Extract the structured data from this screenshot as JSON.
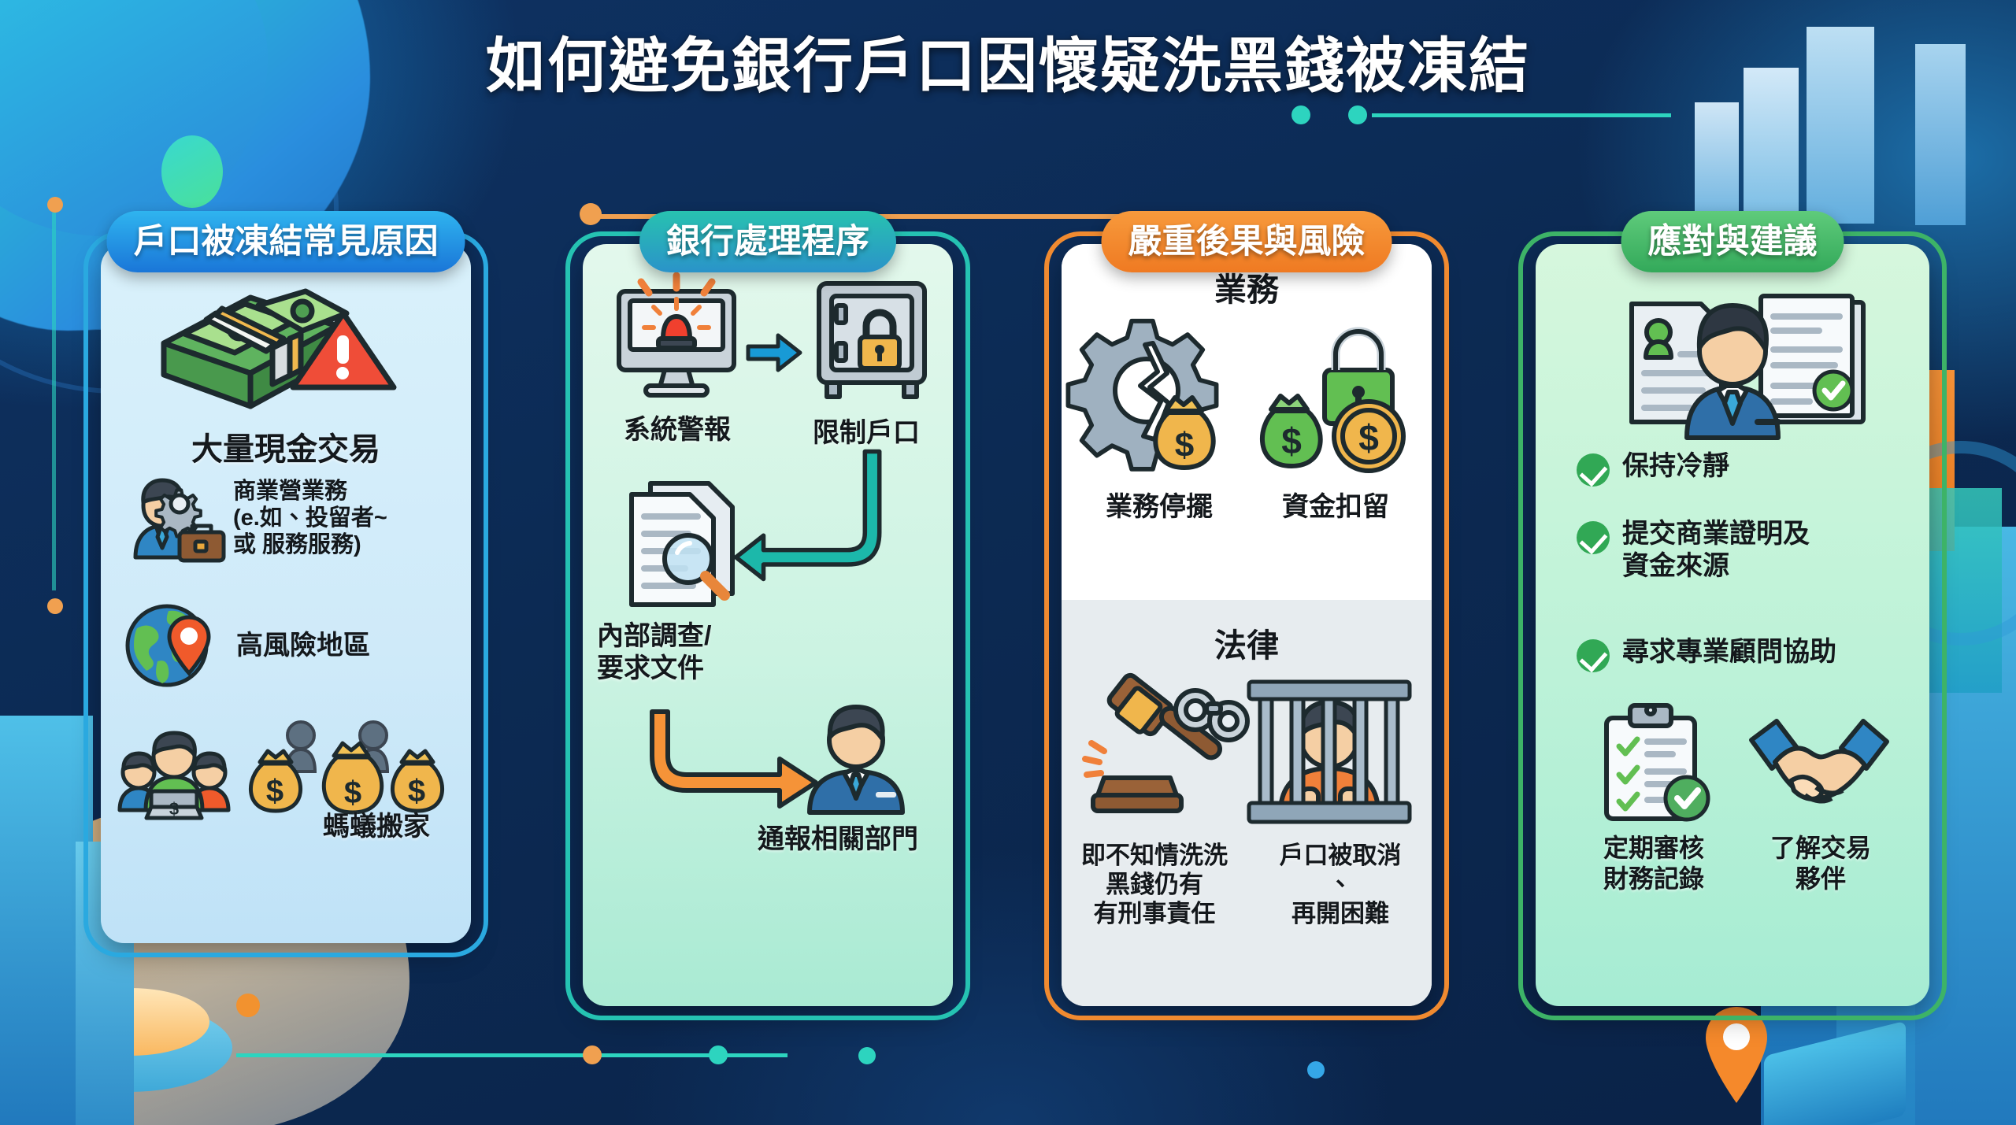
{
  "title": "如何避免銀行戶口因懷疑洗黑錢被凍結",
  "cards": [
    {
      "id": "card1",
      "header": "戶口被凍結常見原因",
      "accent": "#2aa9e0",
      "hero_caption": "大量現金交易",
      "items": [
        {
          "icon": "businessman-gear-briefcase-icon",
          "label": "商業營業務\n(e.如、投留者~\n或 服務服務)"
        },
        {
          "icon": "globe-location-pin-icon",
          "label": "高風險地區"
        },
        {
          "icon": "people-laptop-money-bags-icon",
          "label": "螞蟻搬家"
        }
      ]
    },
    {
      "id": "card2",
      "header": "銀行處理程序",
      "accent": "#25c2b2",
      "steps": [
        {
          "icon": "monitor-alarm-icon",
          "label": "系統警報"
        },
        {
          "icon": "safe-lock-icon",
          "label": "限制戶口"
        },
        {
          "icon": "document-magnifier-icon",
          "label": "內部調查/\n要求文件"
        },
        {
          "icon": "officer-report-icon",
          "label": "通報相關部門"
        }
      ]
    },
    {
      "id": "card3",
      "header": "嚴重後果與風險",
      "accent": "#f08a30",
      "sections": [
        {
          "title": "業務",
          "items": [
            {
              "icon": "broken-gear-money-bag-icon",
              "label": "業務停擺"
            },
            {
              "icon": "lock-money-bag-coin-icon",
              "label": "資金扣留"
            }
          ]
        },
        {
          "title": "法律",
          "items": [
            {
              "icon": "gavel-handcuffs-icon",
              "label": "即不知情洗洗\n黑錢仍有\n有刑事責任"
            },
            {
              "icon": "prisoner-behind-bars-icon",
              "label": "戶口被取消\n、\n再開困難"
            }
          ]
        }
      ]
    },
    {
      "id": "card4",
      "header": "應對與建議",
      "accent": "#3db367",
      "hero_icon": "advisor-documents-verified-icon",
      "checklist": [
        "保持冷靜",
        "提交商業證明及\n資金來源",
        "尋求專業顧問協助"
      ],
      "bottom_items": [
        {
          "icon": "clipboard-checklist-verified-icon",
          "label": "定期審核\n財務記錄"
        },
        {
          "icon": "handshake-icon",
          "label": "了解交易\n夥伴"
        }
      ]
    }
  ]
}
